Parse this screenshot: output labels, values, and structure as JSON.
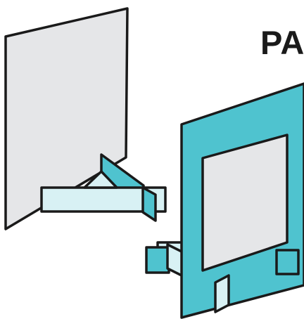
{
  "heading": {
    "text": "PA"
  },
  "colors": {
    "stroke": "#1a1a1a",
    "panel_gray": "#e5e6e8",
    "teal": "#4fc3cf",
    "light_teal": "#d8f1f4",
    "background": "#ffffff"
  },
  "illustration": {
    "left_item": "plain-stand-panel",
    "right_item": "framed-stand-panel"
  }
}
